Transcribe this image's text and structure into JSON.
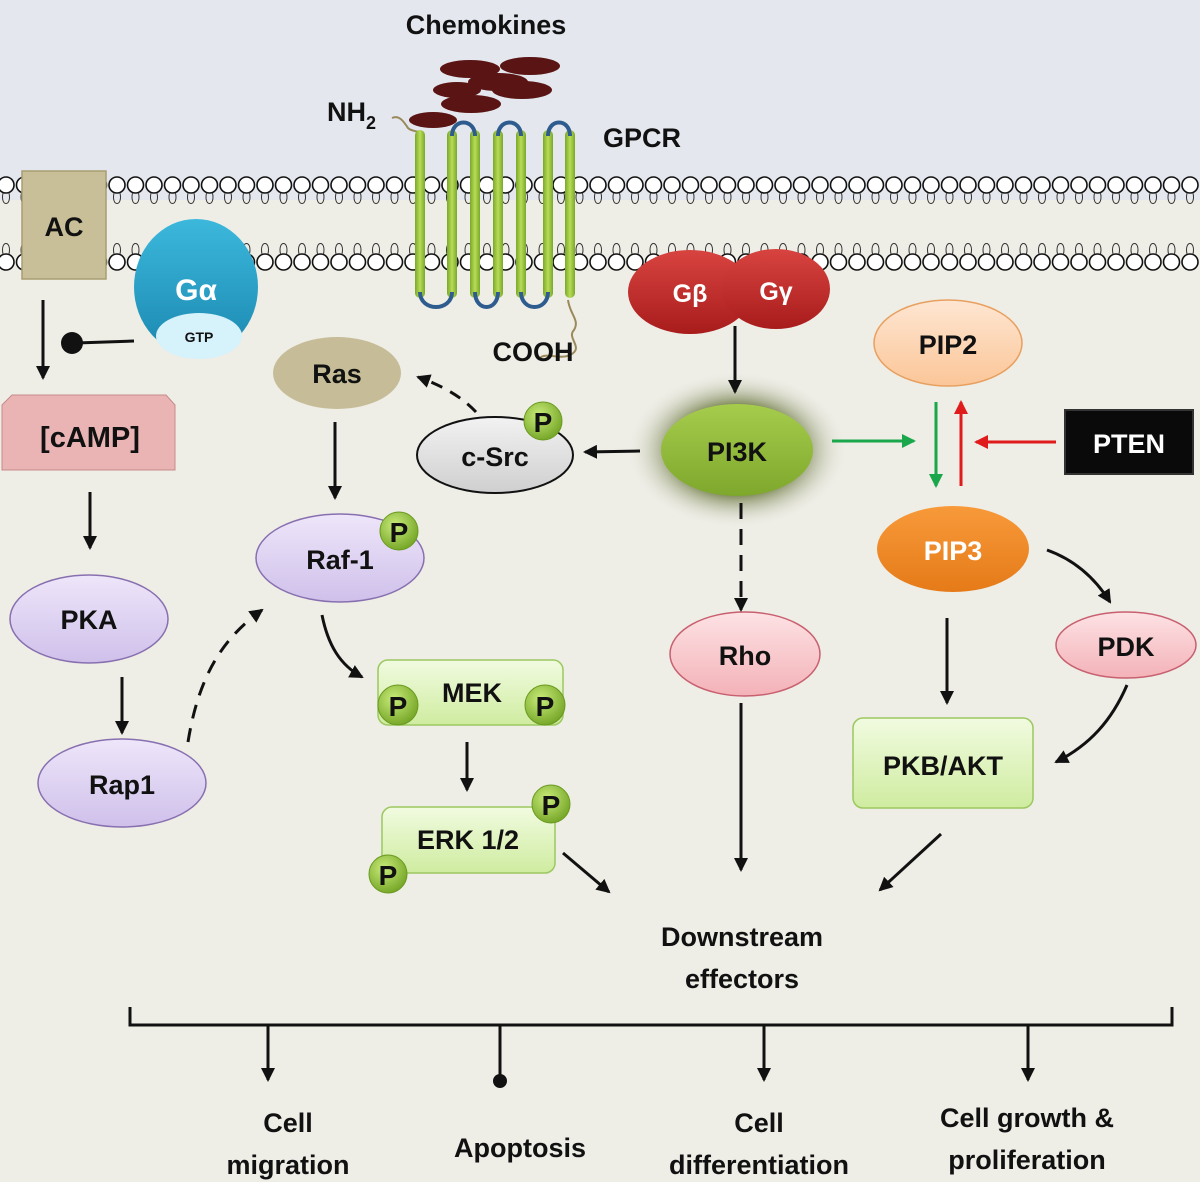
{
  "title": "Chemokine GPCR signaling pathways",
  "extracellular": {
    "ligand": "Chemokines",
    "receptor": "GPCR",
    "n_terminus": "NH",
    "n_terminus_sub": "2",
    "c_terminus": "COOH"
  },
  "nodes": {
    "ac": "AC",
    "galpha": "Gα",
    "gtp": "GTP",
    "gbeta": "Gβ",
    "ggamma": "Gγ",
    "camp": "[cAMP]",
    "pka": "PKA",
    "rap1": "Rap1",
    "ras": "Ras",
    "csrc": "c-Src",
    "raf1": "Raf-1",
    "mek": "MEK",
    "erk": "ERK 1/2",
    "pi3k": "PI3K",
    "rho": "Rho",
    "pip2": "PIP2",
    "pip3": "PIP3",
    "pten": "PTEN",
    "pdk": "PDK",
    "akt": "PKB/AKT",
    "phospho": "P"
  },
  "downstream": {
    "line1": "Downstream",
    "line2": "effectors"
  },
  "outcomes": [
    {
      "line1": "Cell",
      "line2": "migration",
      "effect": "activation"
    },
    {
      "line1": "Apoptosis",
      "line2": "",
      "effect": "inhibition"
    },
    {
      "line1": "Cell",
      "line2": "differentiation",
      "effect": "activation"
    },
    {
      "line1": "Cell growth &",
      "line2": "proliferation",
      "effect": "activation"
    }
  ],
  "colors": {
    "background": "#eeede6",
    "extracellular": "#e4e8ee",
    "ac": "#c8bf98",
    "galpha": "#2aa3c8",
    "gbetagamma": "#c8302c",
    "camp": "#ebb4b4",
    "purple_node": "#dcd0ee",
    "ras": "#c6bd98",
    "csrc": "#dcdcdc",
    "green_box": "#dff3c0",
    "pi3k": "#8fba3a",
    "rho_pdk": "#f6c4c8",
    "pip2": "#fcd0ac",
    "pip3": "#f08a24",
    "pten": "#0a0a0a",
    "activate_arrow": "#1aa64a",
    "inhibit_arrow": "#e01b1b",
    "tm_helix": "#9cc83a",
    "loop": "#2e5c8e",
    "chemokine": "#5a1414"
  }
}
